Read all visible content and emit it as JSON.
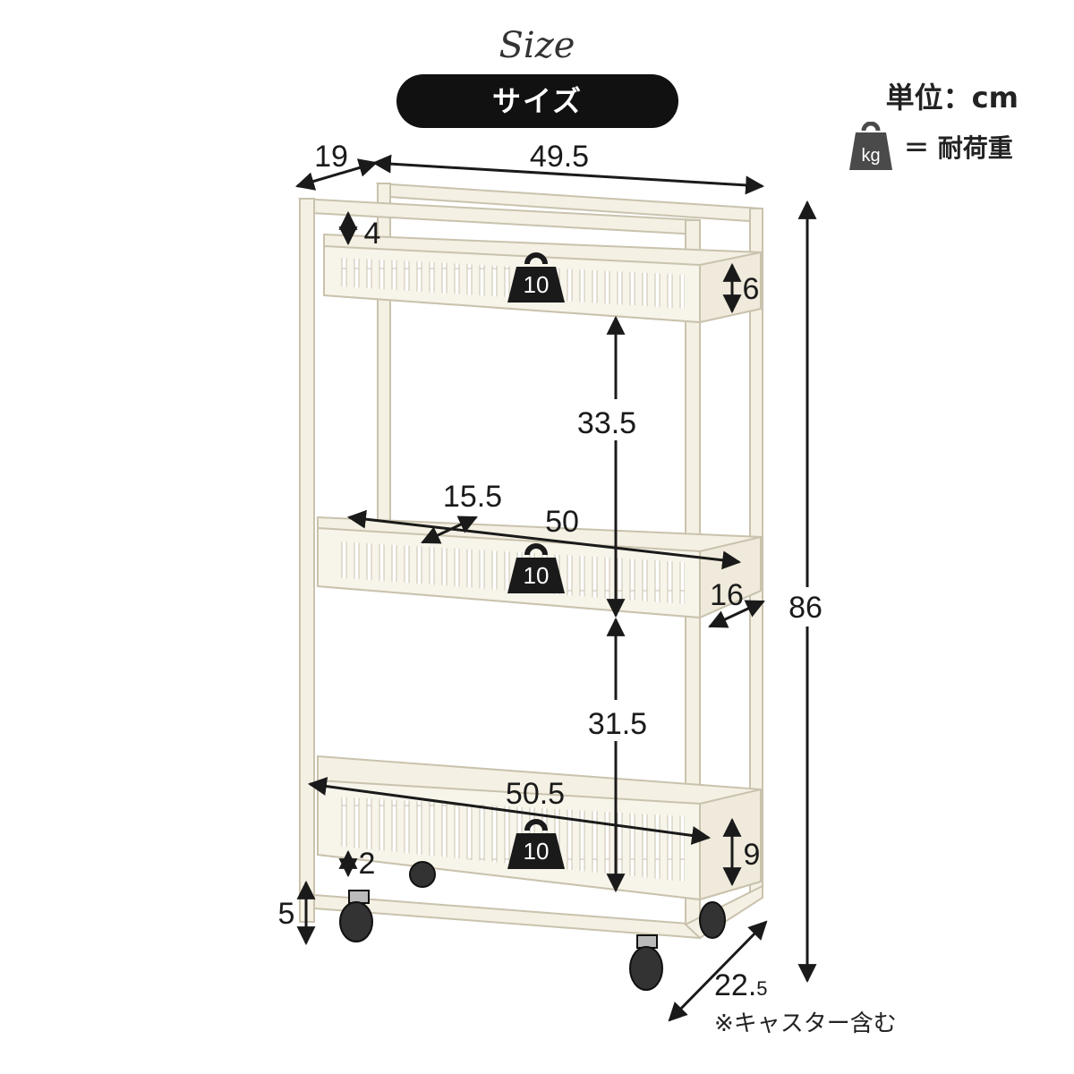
{
  "header": {
    "script_title": "Size",
    "title": "サイズ",
    "unit_label": "単位：cm"
  },
  "legend": {
    "icon_label": "kg",
    "text": "＝ 耐荷重"
  },
  "dimensions": {
    "depth_top": "19",
    "width_top": "49.5",
    "rail_height": "4",
    "basket_height_top": "6",
    "shelf_gap_upper": "33.5",
    "basket_depth_middle": "15.5",
    "basket_width_middle": "50",
    "basket_depth_side": "16",
    "total_height": "86",
    "shelf_gap_lower": "31.5",
    "basket_width_bottom": "50.5",
    "basket_height_bottom": "9",
    "bottom_clearance": "2",
    "caster_height": "5",
    "total_depth": "22.",
    "total_depth_suffix": "5"
  },
  "load_capacity": {
    "top": "10",
    "middle": "10",
    "bottom": "10"
  },
  "note": "※キャスター含む",
  "colors": {
    "frame": "#f4f0e3",
    "frame_stroke": "#c9c2ad",
    "ink": "#1a1a1a",
    "pill": "#111111",
    "legend_icon": "#4a4a4a"
  }
}
